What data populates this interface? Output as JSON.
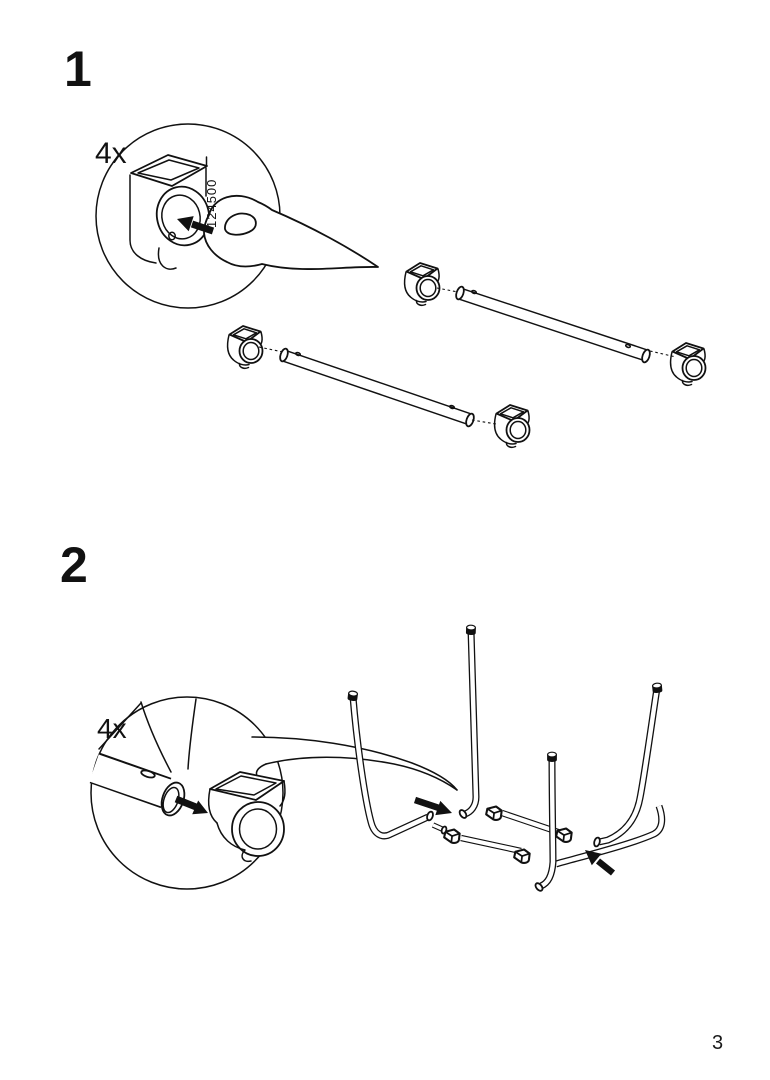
{
  "page": {
    "number": "3",
    "background": "#ffffff",
    "line_color": "#111111"
  },
  "steps": [
    {
      "number": "1",
      "callout": {
        "quantity_label": "4x",
        "part_number": "124500"
      }
    },
    {
      "number": "2",
      "callout": {
        "quantity_label": "4x"
      }
    }
  ]
}
